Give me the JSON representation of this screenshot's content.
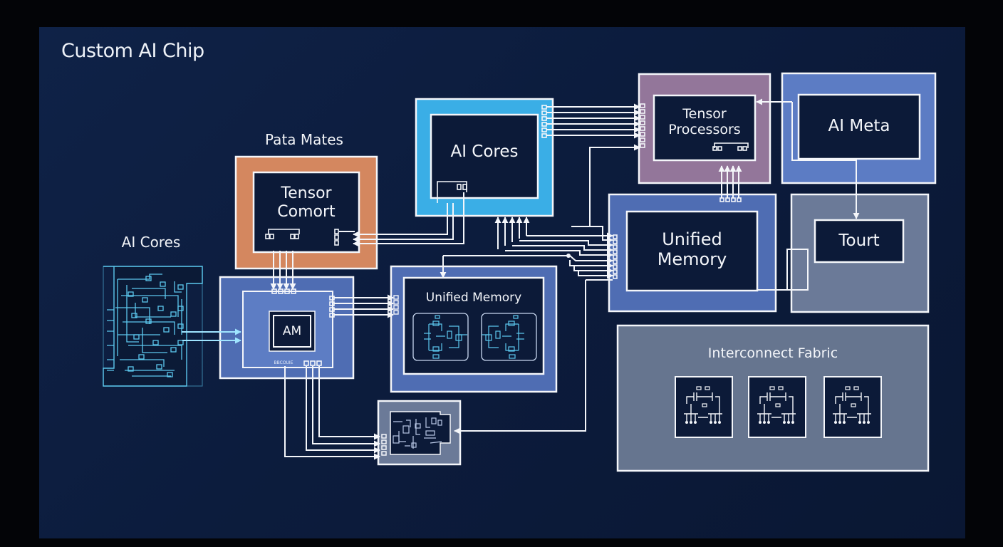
{
  "diagram": {
    "title": "Custom AI Chip",
    "colors": {
      "background": "#0c1c3d",
      "wire": "#f4f6fa",
      "orange_block": "#d4875f",
      "cyan_block": "#3aaee6",
      "mauve_block": "#93769a",
      "blue_block": "#5c7cc4",
      "slate_block": "#6b7a98",
      "circuit_trace": "#5cc8ee"
    },
    "blocks": {
      "data_mates": {
        "caption": "Pata Mates",
        "line1": "Tensor",
        "line2": "Comort"
      },
      "ai_cores_left": {
        "caption": "AI Cores"
      },
      "am_block": {
        "label": "AM",
        "pin_label": "BBCOUIE"
      },
      "ai_cores_main": {
        "label": "AI Cores"
      },
      "unified_memory_center": {
        "label": "Unified Memory"
      },
      "tensor_processors": {
        "line1": "Tensor",
        "line2": "Processors"
      },
      "ai_meta": {
        "label": "AI Meta"
      },
      "unified_memory_right": {
        "line1": "Unified",
        "line2": "Memory"
      },
      "tourt": {
        "label": "Tourt"
      },
      "interconnect_fabric": {
        "label": "Interconnect Fabric",
        "sub_circuits": 3
      },
      "io_controller": {}
    }
  }
}
